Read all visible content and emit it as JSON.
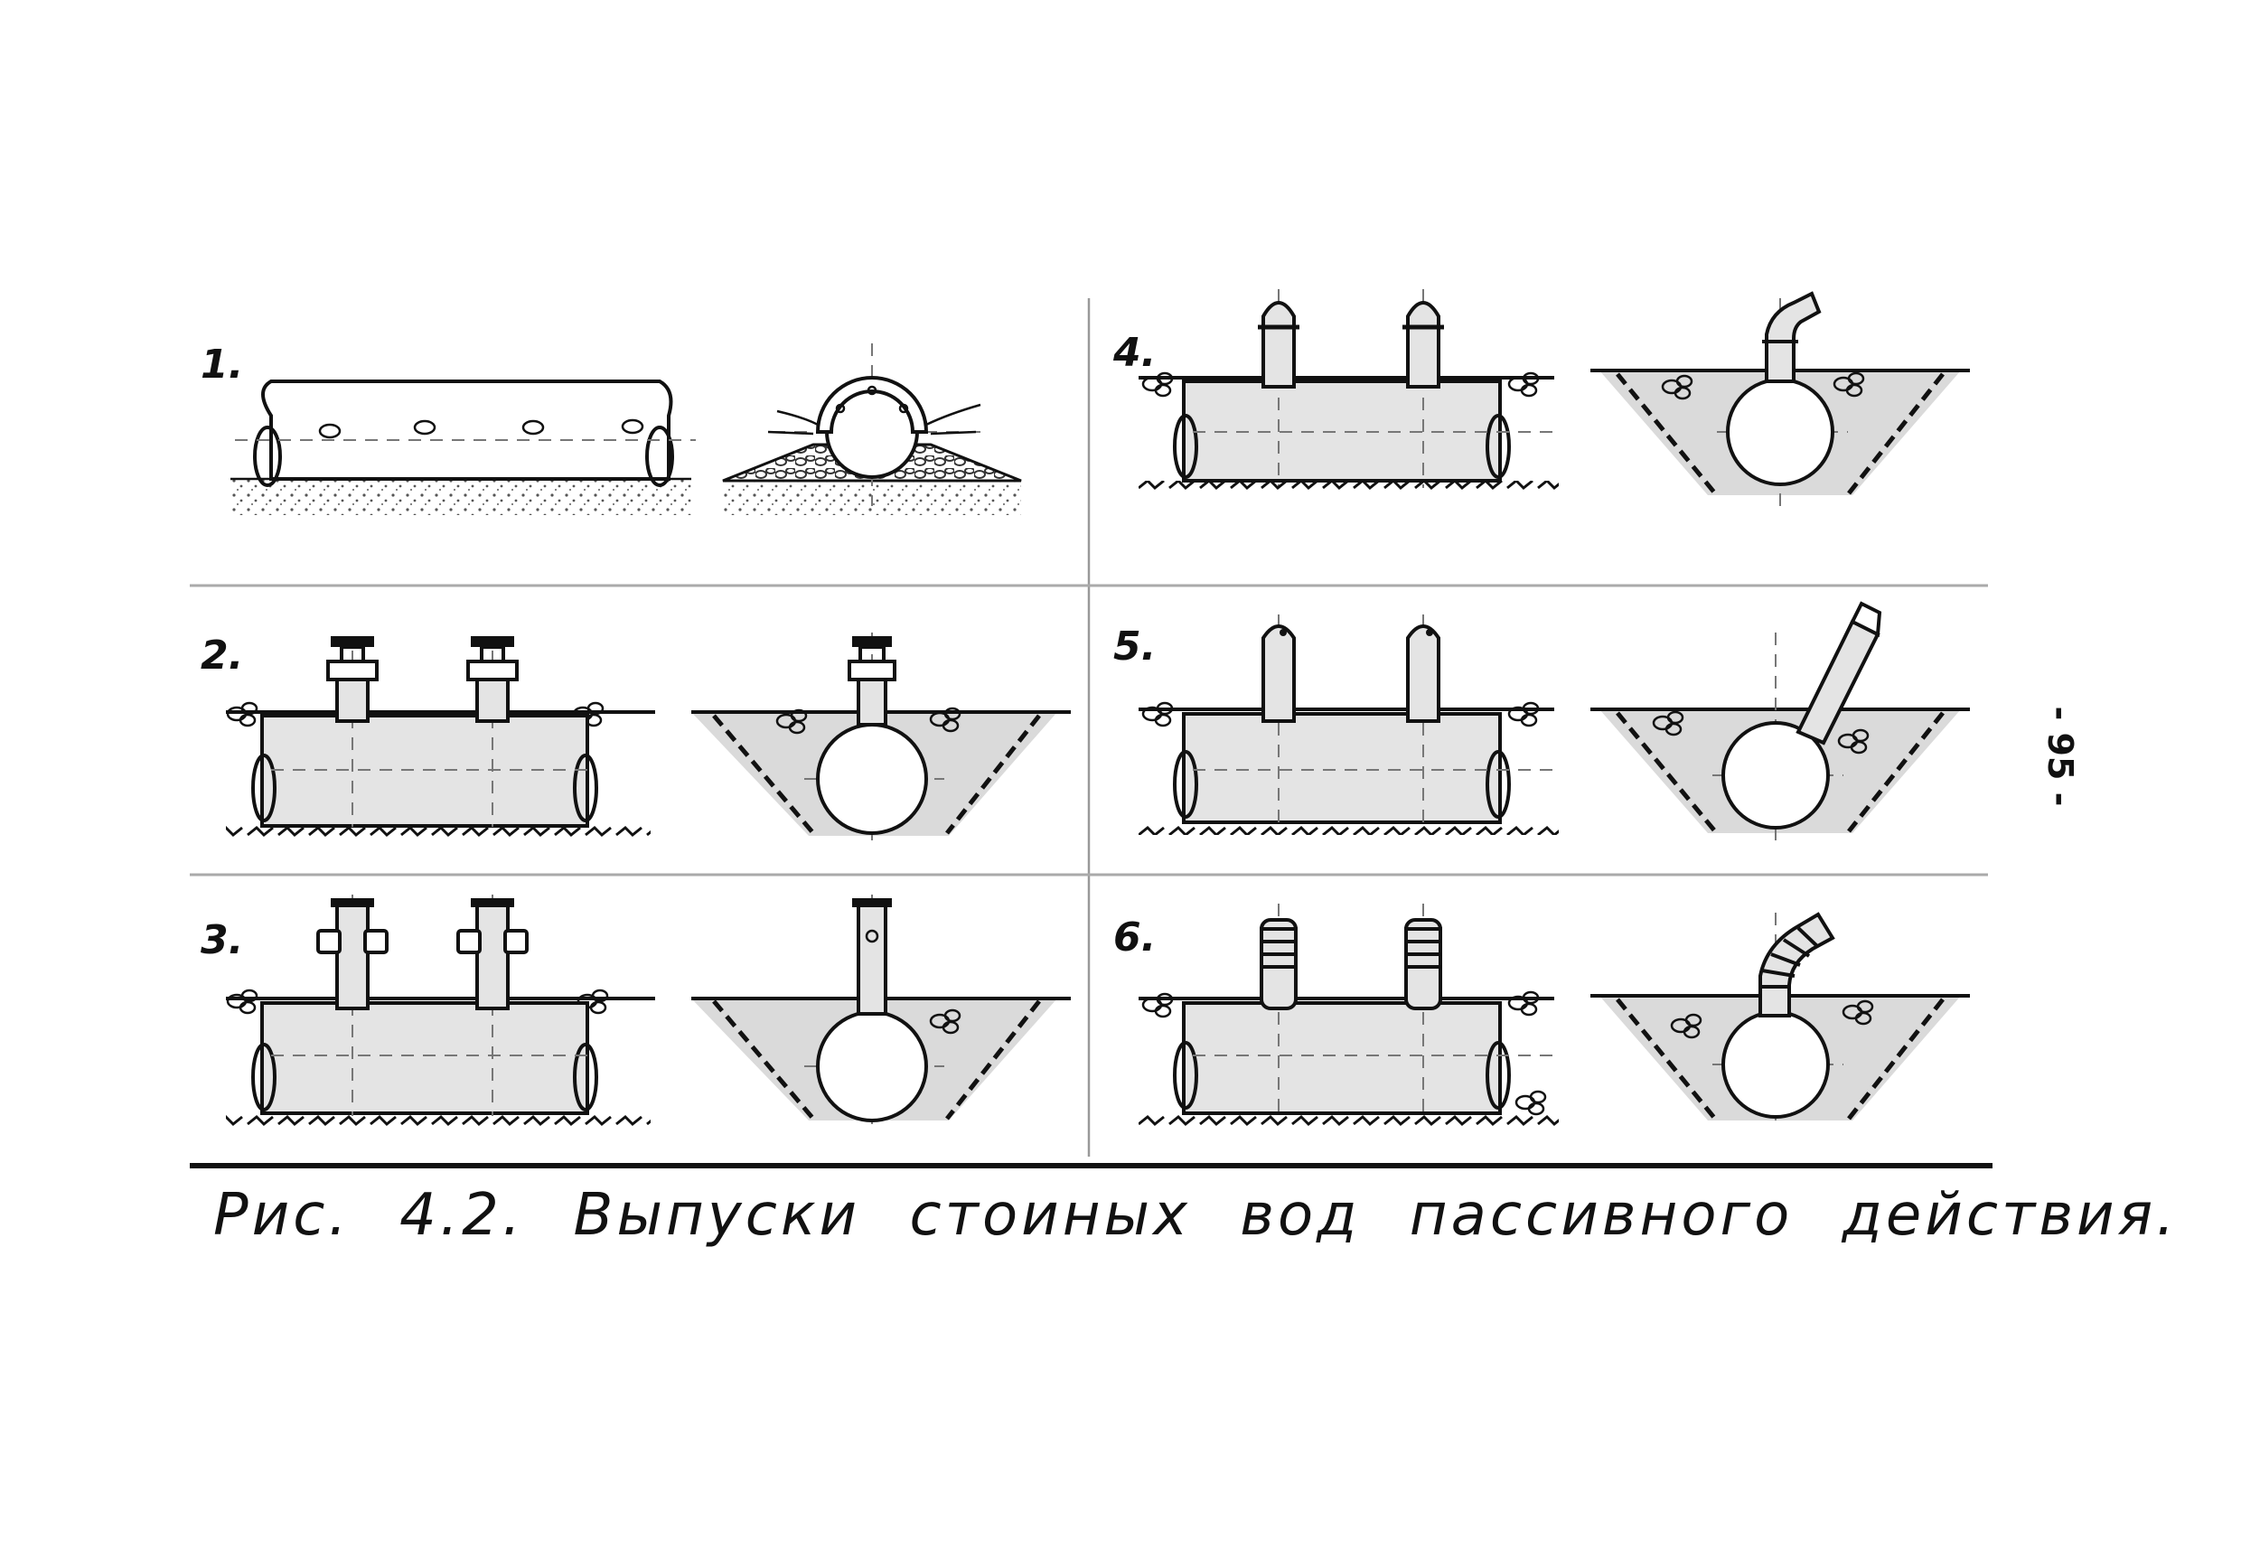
{
  "caption": "Рис. 4.2. Выпуски стоиных вод пассивного действия.",
  "page_number": "- 95 -",
  "panels": [
    {
      "num": "1."
    },
    {
      "num": "2."
    },
    {
      "num": "3."
    },
    {
      "num": "4."
    },
    {
      "num": "5."
    },
    {
      "num": "6."
    }
  ]
}
